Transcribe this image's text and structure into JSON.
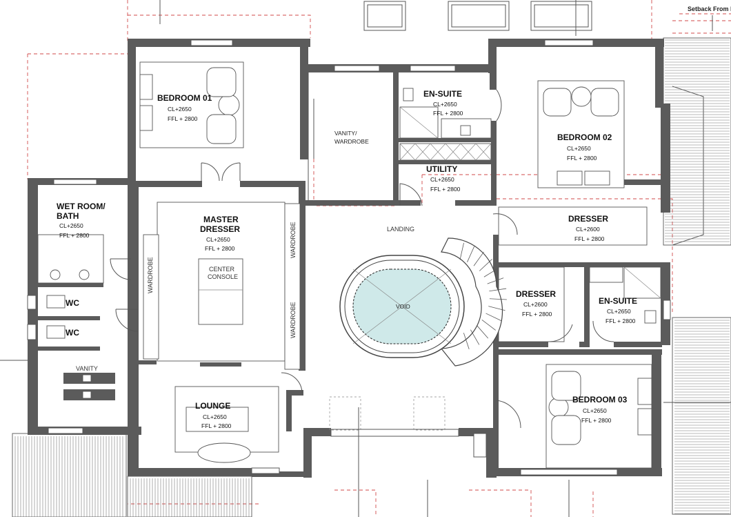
{
  "drawing": {
    "setback_note": "Setback From I",
    "void_label": "VOID",
    "landing_label": "LANDING"
  },
  "rooms": {
    "bedroom01": {
      "name": "BEDROOM 01",
      "cl": "CL+2650",
      "ffl": "FFL + 2800"
    },
    "vanity_wardrobe": {
      "name1": "VANITY/",
      "name2": "WARDROBE"
    },
    "ensuite_top": {
      "name": "EN-SUITE",
      "cl": "CL+2650",
      "ffl": "FFL + 2800"
    },
    "utility": {
      "name": "UTILITY",
      "cl": "CL+2650",
      "ffl": "FFL + 2800"
    },
    "bedroom02": {
      "name": "BEDROOM 02",
      "cl": "CL+2650",
      "ffl": "FFL + 2800"
    },
    "wetroom": {
      "name1": "WET ROOM/",
      "name2": "BATH",
      "cl": "CL+2650",
      "ffl": "FFL + 2800"
    },
    "master_dresser": {
      "name1": "MASTER",
      "name2": "DRESSER",
      "cl": "CL+2650",
      "ffl": "FFL + 2800"
    },
    "center_console": {
      "name1": "CENTER",
      "name2": "CONSOLE"
    },
    "wardrobe_left": {
      "name": "WARDROBE"
    },
    "wardrobe_right_top": {
      "name": "WARDROBE"
    },
    "wardrobe_right_bottom": {
      "name": "WARDROBE"
    },
    "dresser_right": {
      "name": "DRESSER",
      "cl": "CL+2600",
      "ffl": "FFL + 2800"
    },
    "dresser_mid": {
      "name": "DRESSER",
      "cl": "CL+2600",
      "ffl": "FFL + 2800"
    },
    "ensuite_right": {
      "name": "EN-SUITE",
      "cl": "CL+2650",
      "ffl": "FFL + 2800"
    },
    "wc1": {
      "name": "WC"
    },
    "wc2": {
      "name": "WC"
    },
    "vanity": {
      "name": "VANITY"
    },
    "lounge": {
      "name": "LOUNGE",
      "cl": "CL+2650",
      "ffl": "FFL + 2800"
    },
    "bedroom03": {
      "name": "BEDROOM 03",
      "cl": "CL+2650",
      "ffl": "FFL + 2800"
    }
  },
  "colors": {
    "wall": "#5b5b5b",
    "setback_dash": "#d04a4a",
    "void_fill": "#cfe9e9"
  }
}
